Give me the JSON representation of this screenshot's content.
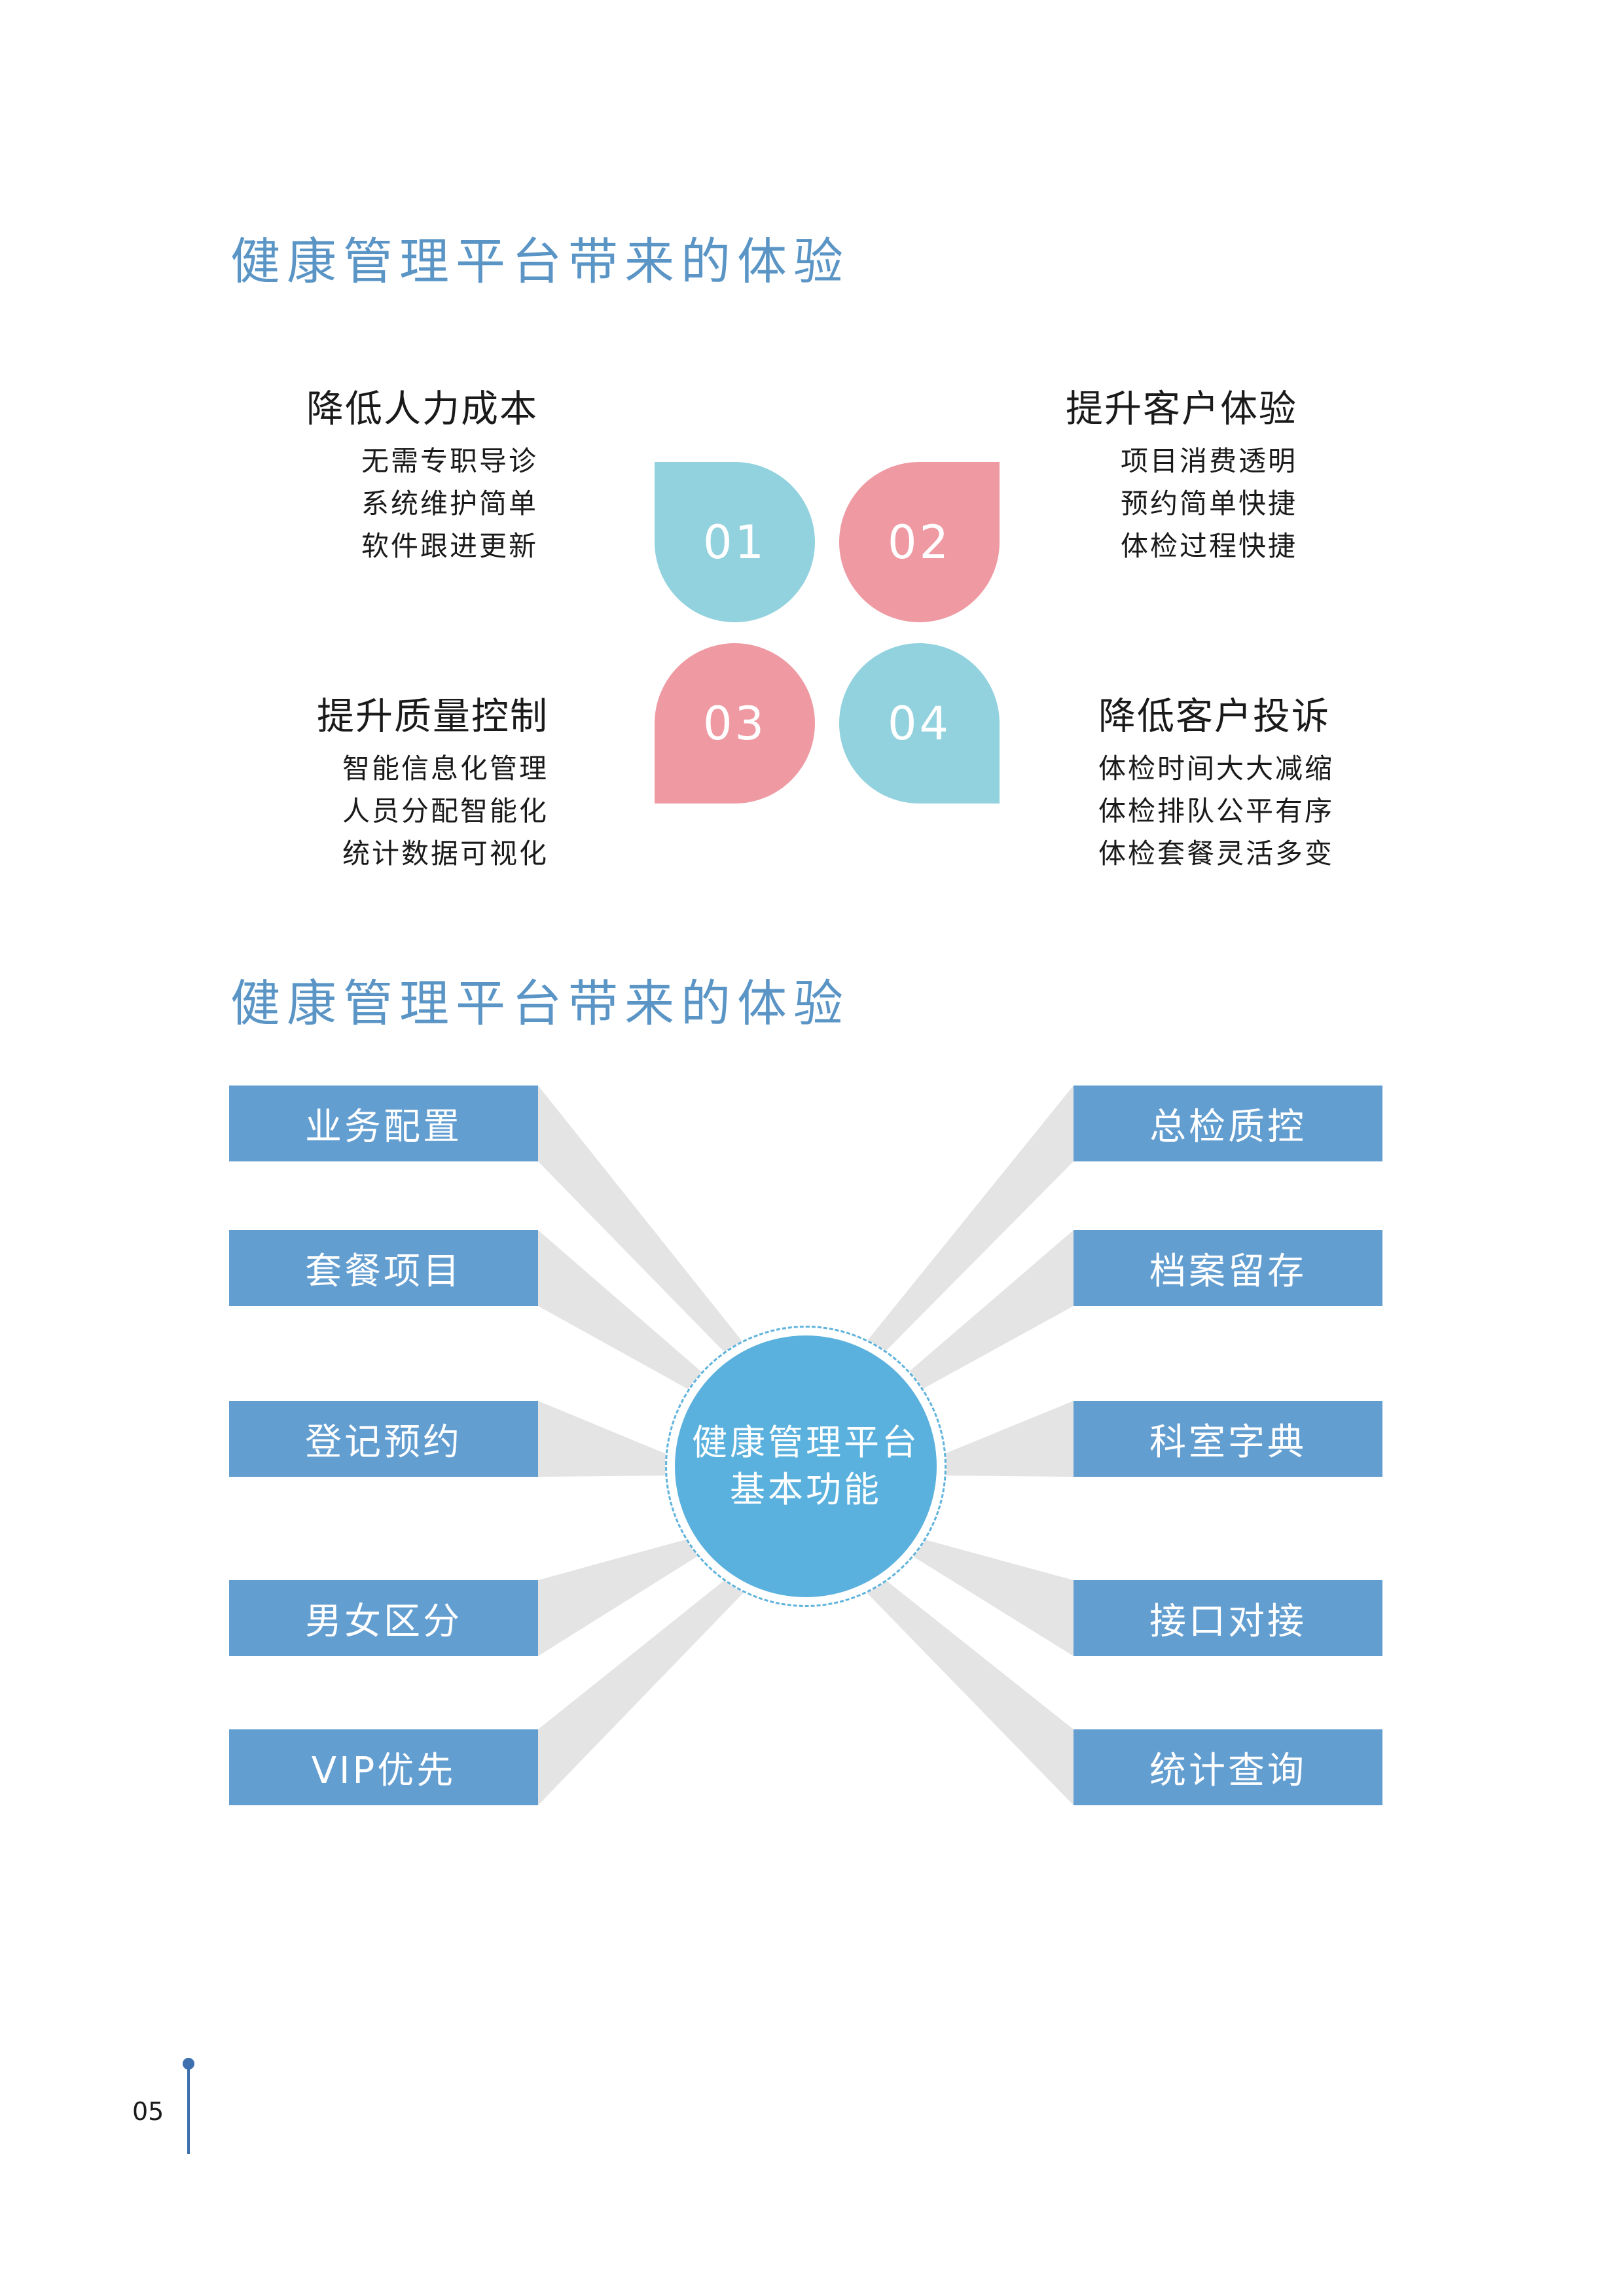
{
  "section1": {
    "title": "健康管理平台带来的体验",
    "features": [
      {
        "title": "降低人力成本",
        "items": [
          "无需专职导诊",
          "系统维护简单",
          "软件跟进更新"
        ]
      },
      {
        "title": "提升客户体验",
        "items": [
          "项目消费透明",
          "预约简单快捷",
          "体检过程快捷"
        ]
      },
      {
        "title": "提升质量控制",
        "items": [
          "智能信息化管理",
          "人员分配智能化",
          "统计数据可视化"
        ]
      },
      {
        "title": "降低客户投诉",
        "items": [
          "体检时间大大减缩",
          "体检排队公平有序",
          "体检套餐灵活多变"
        ]
      }
    ],
    "petals": [
      {
        "number": "01",
        "color": "#92d2de"
      },
      {
        "number": "02",
        "color": "#ef9aa3"
      },
      {
        "number": "03",
        "color": "#ef9aa3"
      },
      {
        "number": "04",
        "color": "#92d2de"
      }
    ]
  },
  "section2": {
    "title": "健康管理平台带来的体验",
    "center": {
      "line1": "健康管理平台",
      "line2": "基本功能"
    },
    "left_functions": [
      "业务配置",
      "套餐项目",
      "登记预约",
      "男女区分",
      "VIP优先"
    ],
    "right_functions": [
      "总检质控",
      "档案留存",
      "科室字典",
      "接口对接",
      "统计查询"
    ],
    "box_color": "#639ed1",
    "center_color": "#5bb1de"
  },
  "footer": {
    "page_number": "05"
  }
}
